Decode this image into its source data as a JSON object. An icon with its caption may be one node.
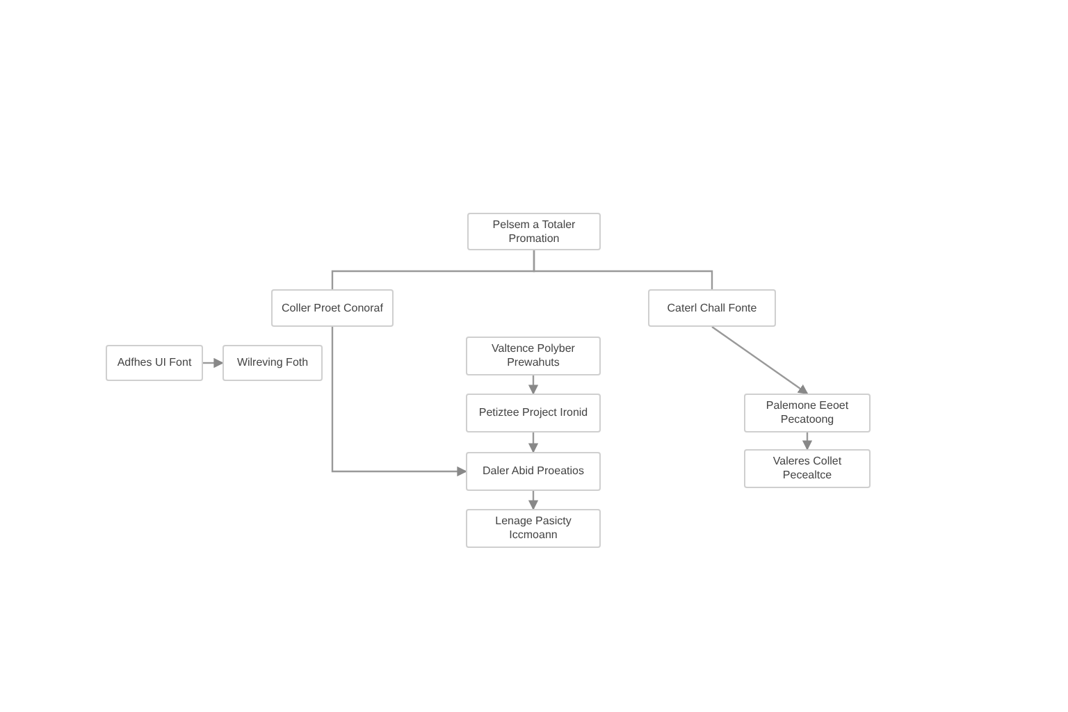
{
  "diagram": {
    "nodes": [
      {
        "text": [
          "Pelsem a Totaler Promation"
        ]
      },
      {
        "text": [
          "Coller Proet Conoraf"
        ]
      },
      {
        "text": [
          "Caterl Chall Fonte"
        ]
      },
      {
        "text": [
          "Adfhes UI Font"
        ]
      },
      {
        "text": [
          "Wilreving Foth"
        ]
      },
      {
        "text": [
          "Valtence Polyber Prewahuts"
        ]
      },
      {
        "text": [
          "Petiztee Project Ironid"
        ]
      },
      {
        "text": [
          "Daler Abid Proeatios"
        ]
      },
      {
        "text": [
          "Lenage Pasicty Iccmoann"
        ]
      },
      {
        "text": [
          "Palemone Eeoet Pecatoong"
        ]
      },
      {
        "text": [
          "Valeres Collet Pecealtce"
        ]
      }
    ],
    "edges": [
      {
        "from": 0,
        "to": 1,
        "arrow": "none"
      },
      {
        "from": 0,
        "to": 2,
        "arrow": "none"
      },
      {
        "from": 3,
        "to": 4,
        "arrow": "to"
      },
      {
        "from": 1,
        "to": 7,
        "arrow": "to"
      },
      {
        "from": 5,
        "to": 6,
        "arrow": "to"
      },
      {
        "from": 6,
        "to": 7,
        "arrow": "to"
      },
      {
        "from": 7,
        "to": 8,
        "arrow": "to"
      },
      {
        "from": 2,
        "to": 9,
        "arrow": "to"
      },
      {
        "from": 9,
        "to": 10,
        "arrow": "to"
      }
    ]
  }
}
